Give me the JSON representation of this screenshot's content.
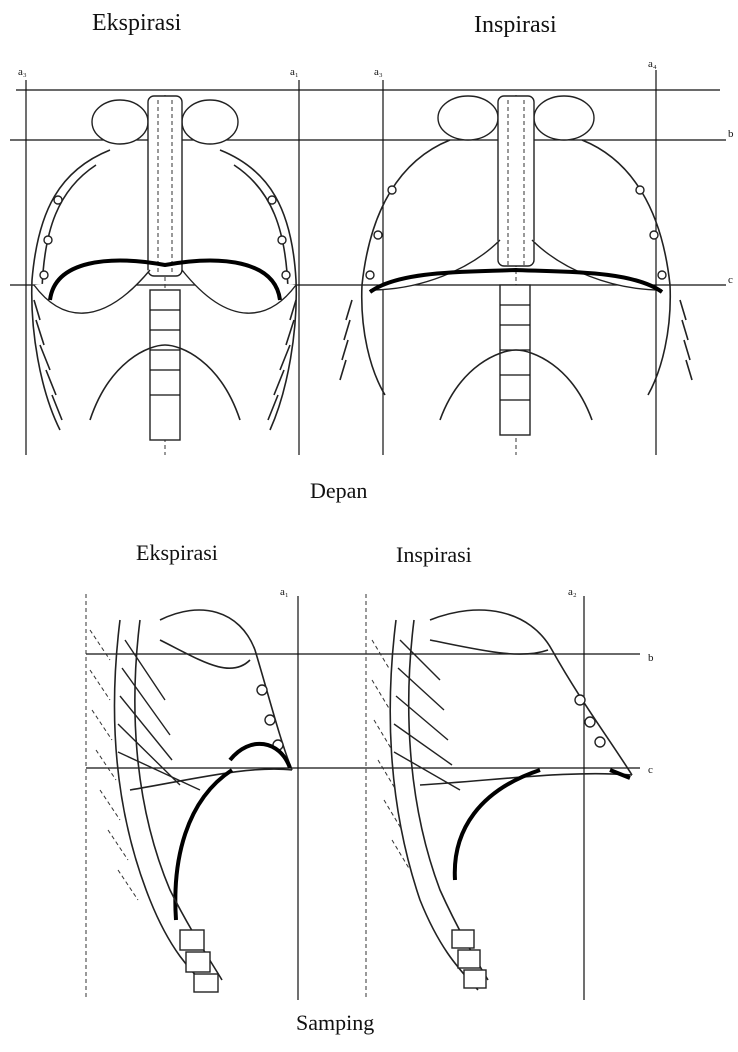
{
  "top": {
    "left_title": "Ekspirasi",
    "right_title": "Inspirasi",
    "caption": "Depan",
    "axis_labels": {
      "a_left1": "a₃",
      "a_left2": "a₁",
      "a_right1": "a₃",
      "a_right2": "a₄",
      "b": "b",
      "c": "c"
    }
  },
  "bottom": {
    "left_title": "Ekspirasi",
    "right_title": "Inspirasi",
    "caption": "Samping",
    "axis_labels": {
      "a_left": "a₁",
      "a_right": "a₂",
      "b": "b",
      "c": "c"
    }
  }
}
